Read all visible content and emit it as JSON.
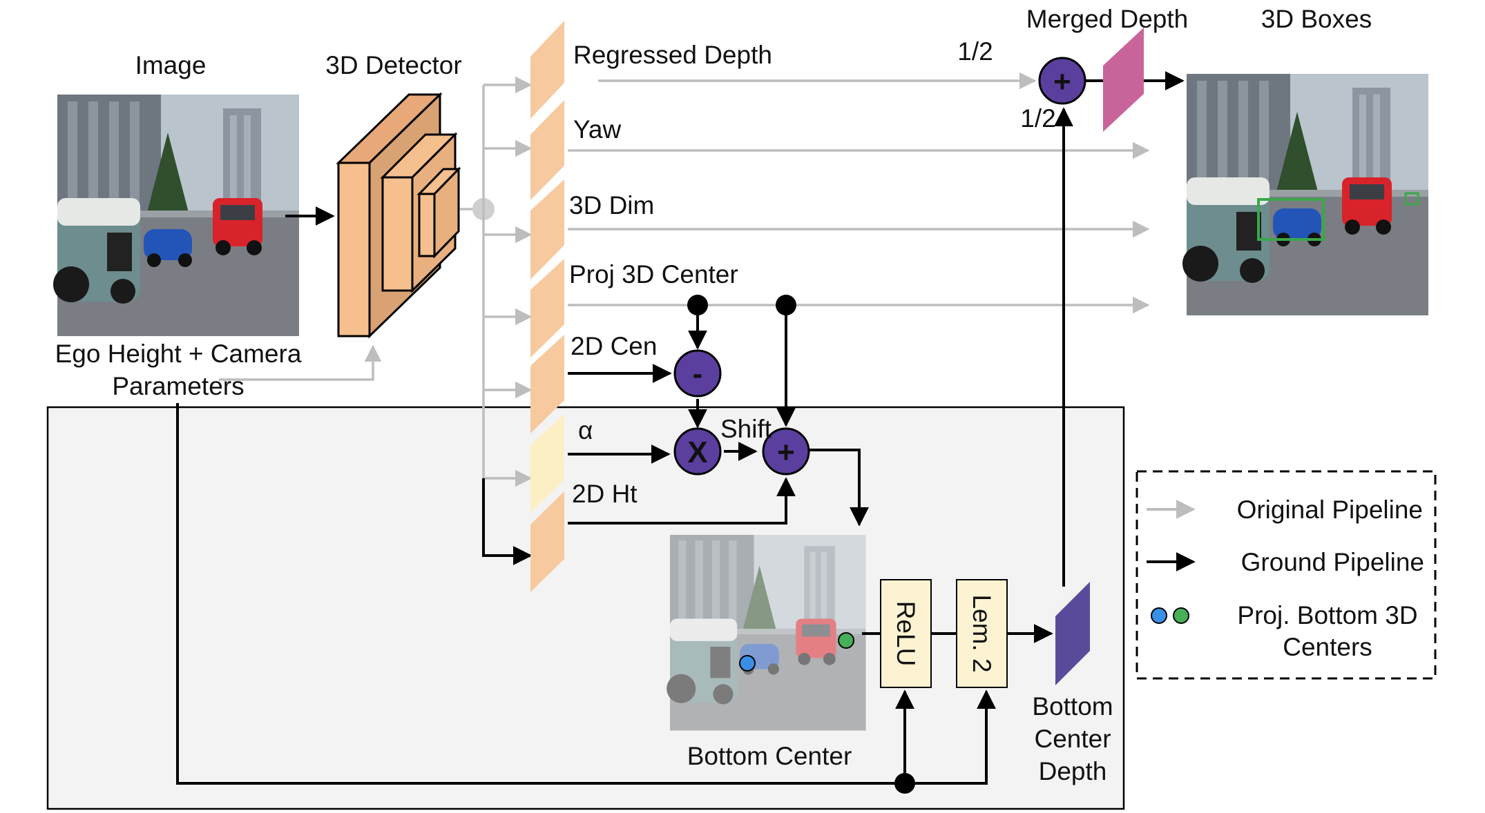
{
  "labels": {
    "image": "Image",
    "detector": "3D Detector",
    "ego_params_line1": "Ego Height + Camera",
    "ego_params_line2": "Parameters",
    "regressed_depth": "Regressed Depth",
    "yaw": "Yaw",
    "dim3d": "3D Dim",
    "proj_center": "Proj 3D Center",
    "cen2d": "2D Cen",
    "alpha": "α",
    "ht2d": "2D Ht",
    "shift": "Shift",
    "half_top": "1/2",
    "half_bottom": "1/2",
    "merged_depth": "Merged Depth",
    "boxes3d": "3D Boxes",
    "bottom_center": "Bottom Center",
    "relu": "ReLU",
    "lem2": "Lem. 2",
    "bcd_line1": "Bottom",
    "bcd_line2": "Center",
    "bcd_line3": "Depth"
  },
  "operators": {
    "minus": "-",
    "times": "X",
    "plus_shift": "+",
    "plus_merge": "+"
  },
  "legend": {
    "original": "Original Pipeline",
    "ground": "Ground Pipeline",
    "dots_line1": "Proj. Bottom 3D",
    "dots_line2": "Centers"
  },
  "colors": {
    "operator_fill": "#5b3f9e",
    "head_fill": "#f7c99e",
    "alpha_fill": "#fcefc4",
    "merged_fill": "#c9649a",
    "bottom_depth_fill": "#5a4a9a",
    "detector_fill": "#f5c08d",
    "original_arrow": "#bdbdbd",
    "ground_arrow": "#000000",
    "box_fill": "#fdf3d2",
    "panel_fill": "#f3f3f3",
    "dot_blue": "#3a8fe6",
    "dot_green": "#46b058"
  },
  "icons": {
    "scene": "street-scene-photo-icon"
  }
}
